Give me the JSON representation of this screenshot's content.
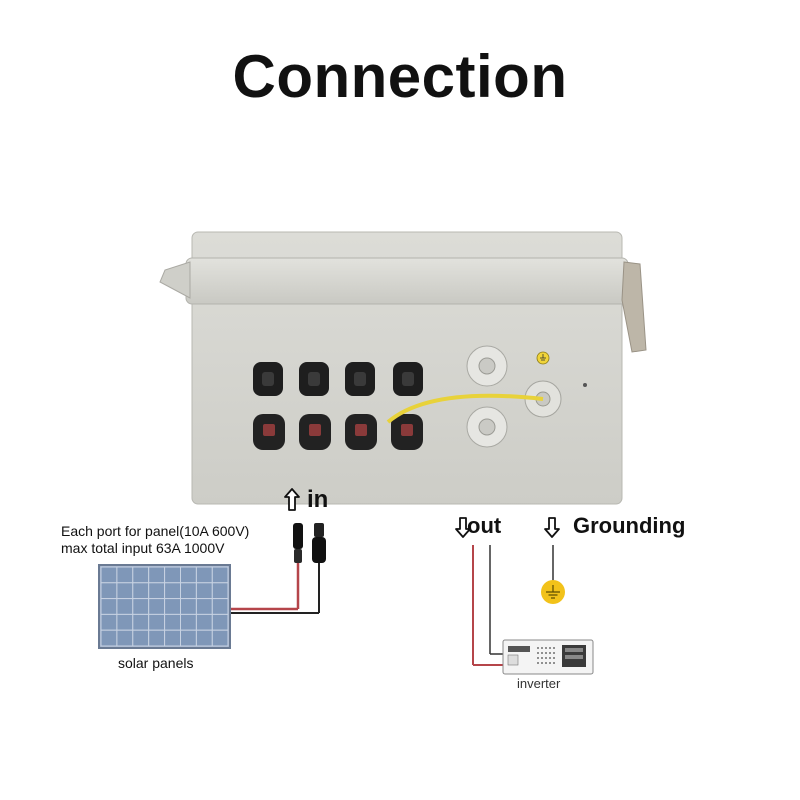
{
  "title": "Connection",
  "labels": {
    "input": "in",
    "output": "out",
    "grounding": "Grounding",
    "port_spec_line1": "Each port for panel(10A 600V)",
    "port_spec_line2": "max total input 63A 1000V",
    "solar_panels": "solar panels",
    "inverter": "inverter"
  },
  "icons": [
    "arrow-up-icon",
    "arrow-down-icon",
    "ground-symbol-icon",
    "ground-label-icon"
  ],
  "colors": {
    "enclosure": "#d6d7d2",
    "wire_red": "#b5454a",
    "wire_yellow": "#e8d23a",
    "panel_blue": "#7f97b8"
  }
}
